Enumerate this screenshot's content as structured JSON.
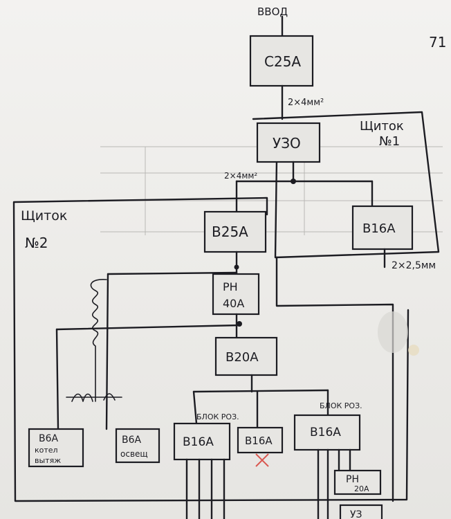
{
  "page_number": "71",
  "input_label": "ВВОД",
  "main_breaker": "С25А",
  "feed_cable_1": "2×4мм²",
  "panel_1": {
    "title": "Щиток",
    "number": "№1",
    "rcd": "УЗО",
    "breaker": "В16А",
    "out_cable": "2×2,5мм"
  },
  "feed_cable_2": "2×4мм²",
  "panel_2": {
    "title": "Щиток",
    "number": "№2",
    "main_breaker": "В25А",
    "relay": {
      "line1": "РН",
      "line2": "40А"
    },
    "breaker_20": "В20А",
    "boiler_breaker": {
      "line1": "В6А",
      "line2": "котел",
      "line3": "вытяж"
    },
    "light_breaker": {
      "line1": "В6А",
      "line2": "освещ"
    },
    "socket_group_1": {
      "label": "БЛОК РОЗ.",
      "breaker": "В16А"
    },
    "crossed_breaker": "В16А",
    "socket_group_2": {
      "label": "БЛОК РОЗ.",
      "breaker": "В16А"
    },
    "relay_small": {
      "line1": "РН",
      "line2": "20А"
    },
    "bottom_box": "УЗ"
  },
  "colors": {
    "ink": "#1c1c22",
    "paper": "#efeeeb",
    "red_mark": "#d9564f"
  }
}
